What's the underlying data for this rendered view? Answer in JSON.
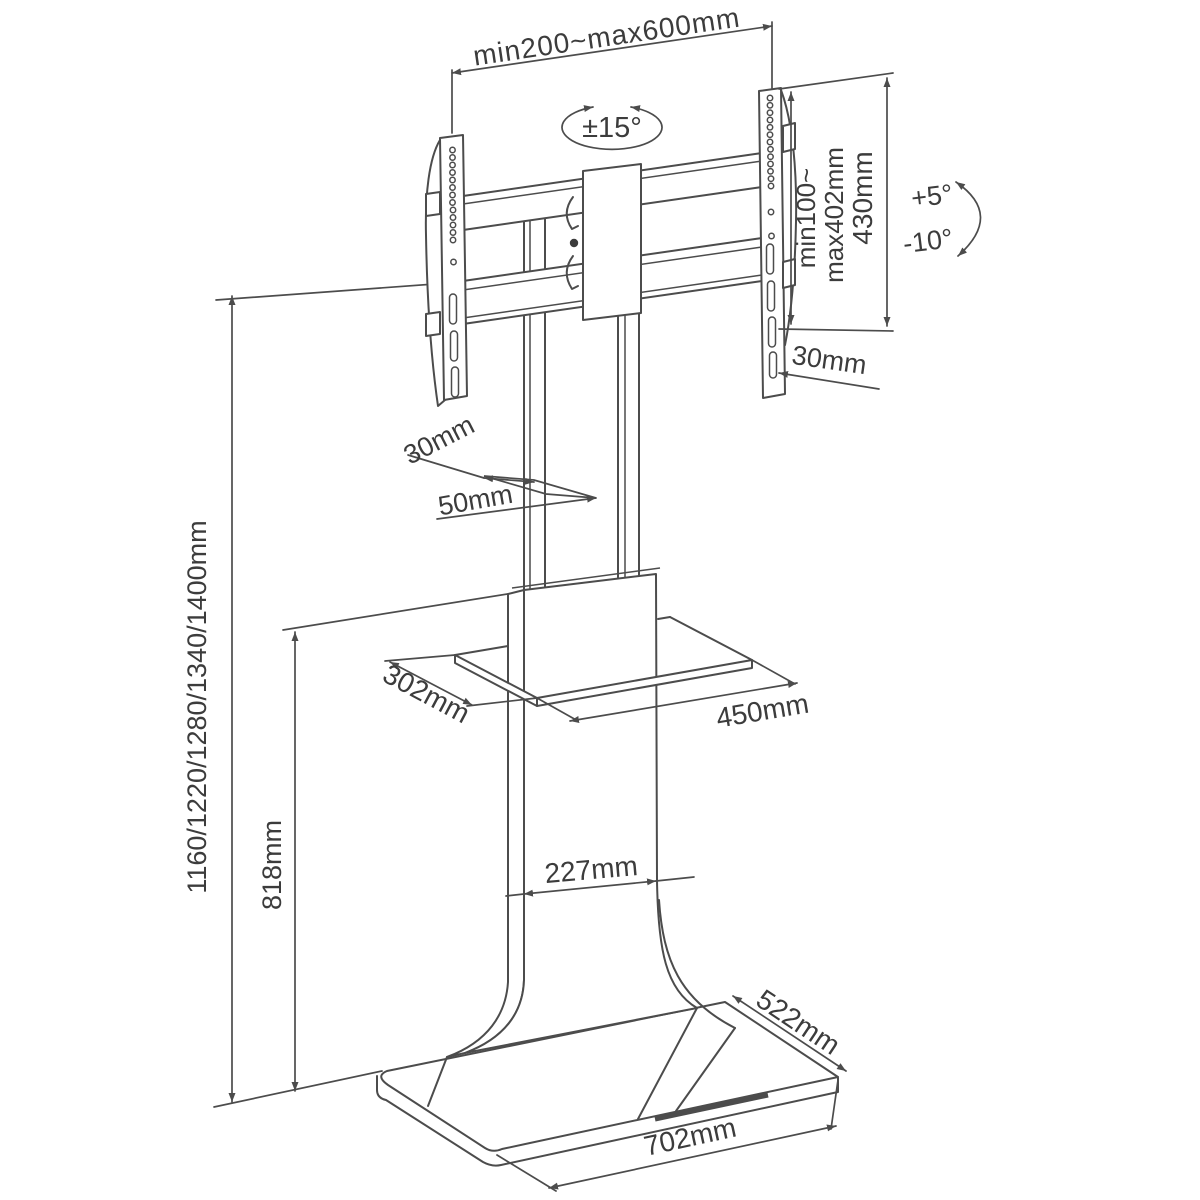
{
  "drawing": {
    "type": "technical-dimension-diagram",
    "subject": "Floor TV stand with swivel bracket, media shelf and base plate",
    "background_color": "#ffffff",
    "line_color": "#4c4c4c",
    "text_color": "#3c3c3c",
    "dimensions": {
      "mount_width_range": "min200~max600mm",
      "swivel_angle": "±15°",
      "tilt_up": "+5°",
      "tilt_down": "-10°",
      "vesa_height_range_line1": "min100~",
      "vesa_height_range_line2": "max402mm",
      "bracket_height": "430mm",
      "bracket_depth": "30mm",
      "pole_width": "30mm",
      "pole_depth": "50mm",
      "overall_heights": "1160/1220/1280/1340/1400mm",
      "shelf_height_from_floor": "818mm",
      "shelf_depth": "302mm",
      "shelf_width": "450mm",
      "column_width": "227mm",
      "base_depth": "522mm",
      "base_width": "702mm"
    }
  }
}
